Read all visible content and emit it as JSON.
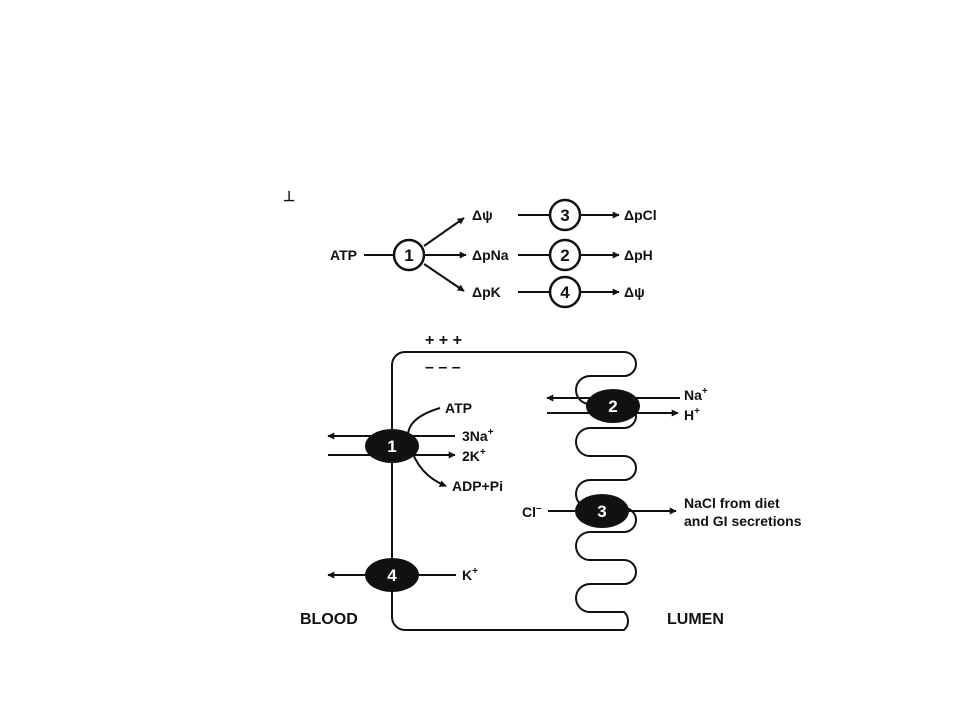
{
  "marker": "⊥",
  "scheme": {
    "atp": "ATP",
    "pump1": "1",
    "out_psi": "Δψ",
    "out_pna": "ΔpNa",
    "out_pk": "ΔpK",
    "pump3": "3",
    "pump2": "2",
    "pump4": "4",
    "res_pcl": "ΔpCl",
    "res_ph": "ΔpH",
    "res_psi": "Δψ"
  },
  "cell": {
    "plus_signs": "+ + +",
    "minus_signs": "– – –",
    "atp": "ATP",
    "na3": "3Na",
    "k2": "2K",
    "sup_plus": "+",
    "adp": "ADP+Pi",
    "pump1": "1",
    "pump2": "2",
    "pump3": "3",
    "pump4": "4",
    "na": "Na",
    "h": "H",
    "cl": "Cl",
    "cl_sup": "–",
    "nacl_line1": "NaCl from diet",
    "nacl_line2": "and GI secretions",
    "k": "K",
    "blood": "BLOOD",
    "lumen": "LUMEN"
  }
}
